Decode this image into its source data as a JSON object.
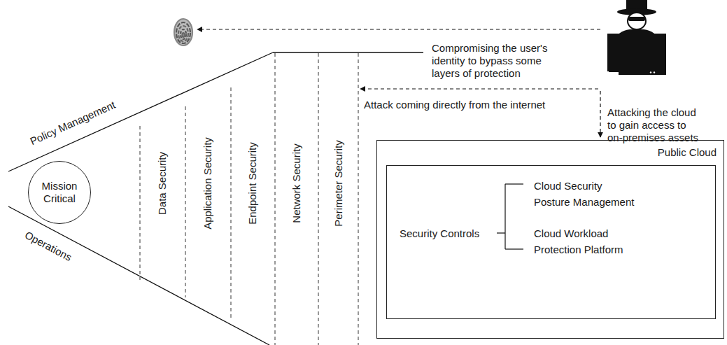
{
  "diagram": {
    "nodes": [
      {
        "text": [
          "Mission Critical"
        ]
      },
      {
        "text": [
          "Public Cloud"
        ]
      },
      {
        "text": [
          "Security Controls",
          "Cloud Security Posture Management",
          "Cloud Workload Protection Platform"
        ],
        "in": 1
      }
    ],
    "labels": [
      "Policy Management",
      "Operations",
      "Data Security",
      "Application Security",
      "Endpoint Security",
      "Network Security",
      "Perimeter Security",
      "Compromising the user's identity to bypass some layers of protection",
      "Attack coming directly from the internet",
      "Attacking the cloud to gain access to on-premises assets"
    ]
  }
}
